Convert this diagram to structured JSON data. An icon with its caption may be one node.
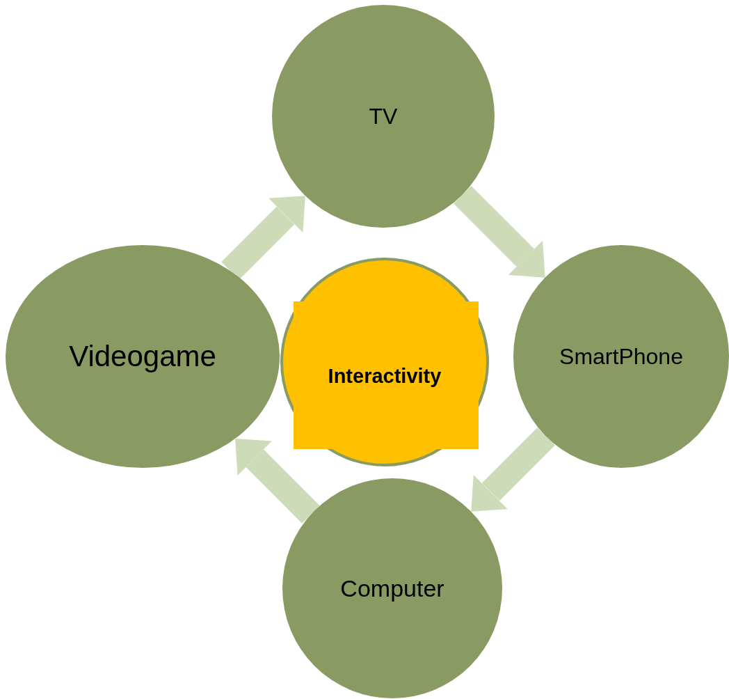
{
  "diagram": {
    "nodes": [
      {
        "text": [
          "TV"
        ]
      },
      {
        "text": [
          "Videogame"
        ]
      },
      {
        "text": [
          "Interactivity"
        ]
      },
      {
        "text": [
          "SmartPhone"
        ]
      },
      {
        "text": [
          "Computer"
        ]
      }
    ],
    "edges": [
      {
        "from": 1,
        "to": 0,
        "arrow": "to"
      },
      {
        "from": 0,
        "to": 3,
        "arrow": "to"
      },
      {
        "from": 3,
        "to": 4,
        "arrow": "to"
      },
      {
        "from": 4,
        "to": 1,
        "arrow": "to"
      }
    ]
  }
}
